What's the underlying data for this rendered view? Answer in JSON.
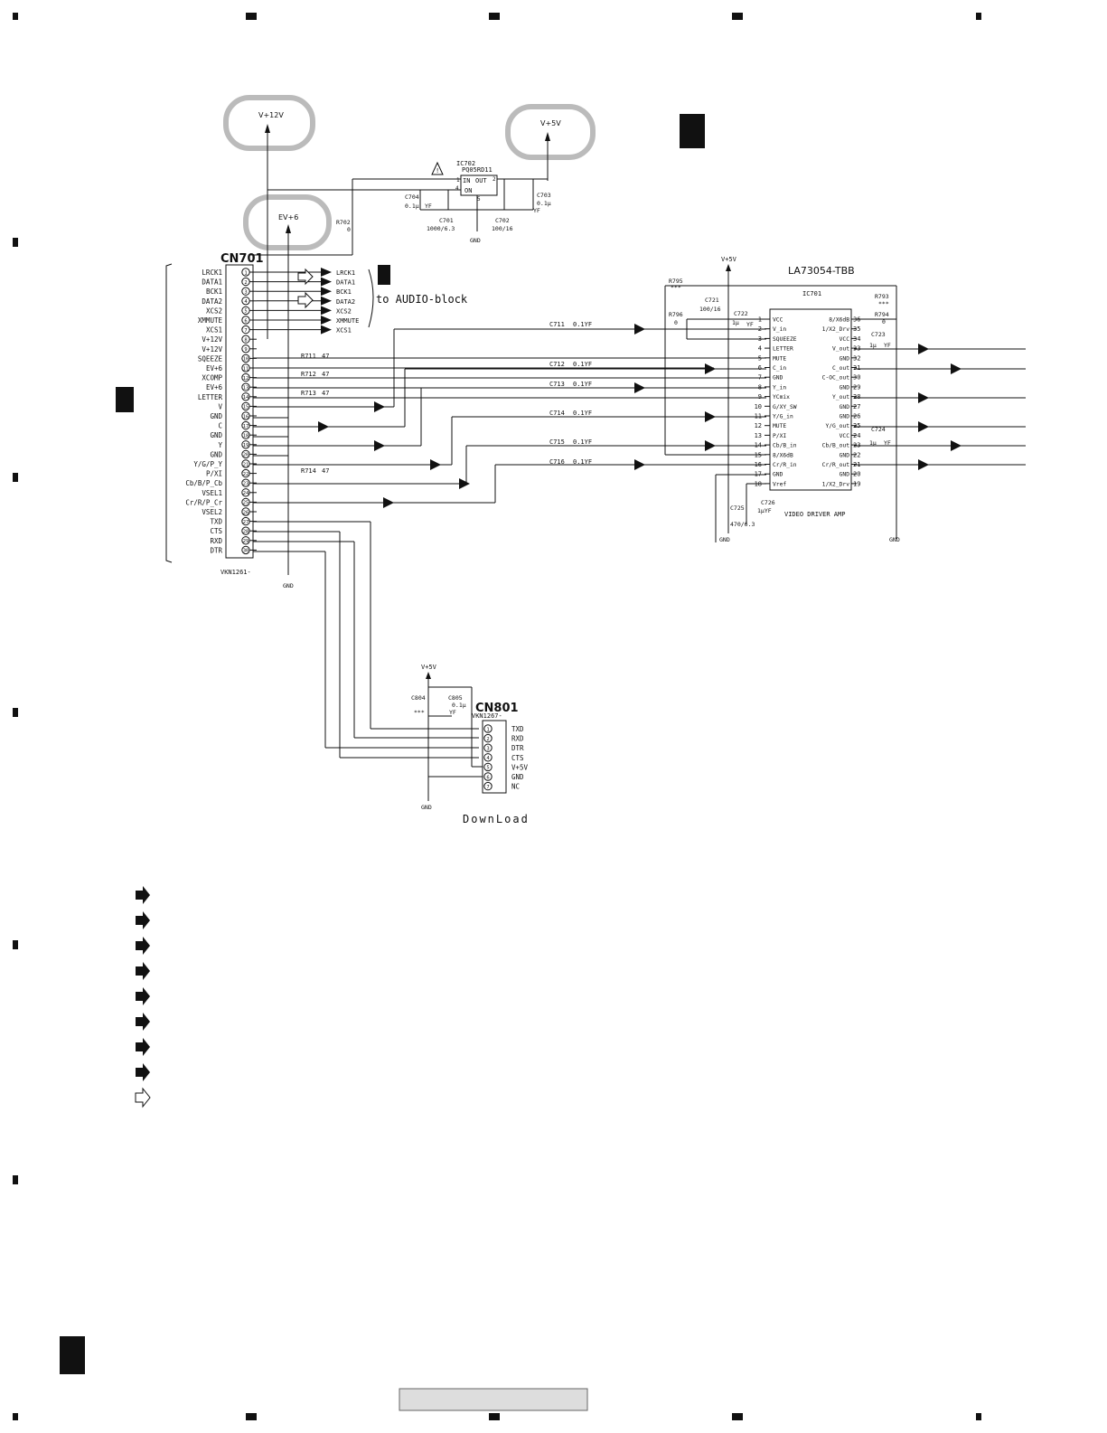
{
  "power": {
    "v12": "V+12V",
    "v5": "V+5V",
    "ev6": "EV+6",
    "gnd": "GND",
    "v5_ic701": "V+5V",
    "v5_cn801": "V+5V"
  },
  "ic702": {
    "ref": "IC702",
    "part": "PQ05RD11",
    "in_label": "IN",
    "out_label": "OUT",
    "on_label": "ON",
    "pin1": "1",
    "pin2": "2",
    "pin4": "4",
    "pin5": "5"
  },
  "passives": {
    "c704": "C704",
    "c704_val": "0.1μ",
    "c704_yf": "YF",
    "c701": "C701",
    "c701_val": "1000/6.3",
    "c702": "C702",
    "c702_val": "100/16",
    "c703": "C703",
    "c703_val": "0.1μ",
    "c703_yf": "YF",
    "r702": "R702",
    "r702_val": "0"
  },
  "cn701": {
    "ref": "CN701",
    "part": "VKN1261-",
    "pins": [
      "LRCK1",
      "DATA1",
      "BCK1",
      "DATA2",
      "XCS2",
      "XMMUTE",
      "XCS1",
      "V+12V",
      "V+12V",
      "SQEEZE",
      "EV+6",
      "XCOMP",
      "EV+6",
      "LETTER",
      "V",
      "GND",
      "C",
      "GND",
      "Y",
      "GND",
      "Y/G/P_Y",
      "P/XI",
      "Cb/B/P_Cb",
      "VSEL1",
      "Cr/R/P_Cr",
      "VSEL2",
      "TXD",
      "CTS",
      "RXD",
      "DTR"
    ]
  },
  "audio": {
    "signals": [
      "LRCK1",
      "DATA1",
      "BCK1",
      "DATA2",
      "XCS2",
      "XMMUTE",
      "XCS1"
    ],
    "label": "to AUDIO-block"
  },
  "resistors": [
    {
      "ref": "R711",
      "val": "47"
    },
    {
      "ref": "R712",
      "val": "47"
    },
    {
      "ref": "R713",
      "val": "47"
    },
    {
      "ref": "R714",
      "val": "47"
    }
  ],
  "caps": [
    {
      "ref": "C711",
      "val": "0.1YF"
    },
    {
      "ref": "C712",
      "val": "0.1YF"
    },
    {
      "ref": "C713",
      "val": "0.1YF"
    },
    {
      "ref": "C714",
      "val": "0.1YF"
    },
    {
      "ref": "C715",
      "val": "0.1YF"
    },
    {
      "ref": "C716",
      "val": "0.1YF"
    }
  ],
  "ic701": {
    "ref": "IC701",
    "part": "LA73054-TBB",
    "caption": "VIDEO DRIVER AMP",
    "left_pins": [
      {
        "n": "1",
        "name": "VCC"
      },
      {
        "n": "2",
        "name": "V_in"
      },
      {
        "n": "3",
        "name": "SQUEEZE"
      },
      {
        "n": "4",
        "name": "LETTER"
      },
      {
        "n": "5",
        "name": "MUTE"
      },
      {
        "n": "6",
        "name": "C_in"
      },
      {
        "n": "7",
        "name": "GND"
      },
      {
        "n": "8",
        "name": "Y_in"
      },
      {
        "n": "9",
        "name": "YCmix"
      },
      {
        "n": "10",
        "name": "G/XY_SW"
      },
      {
        "n": "11",
        "name": "Y/G_in"
      },
      {
        "n": "12",
        "name": "MUTE"
      },
      {
        "n": "13",
        "name": "P/XI"
      },
      {
        "n": "14",
        "name": "Cb/B_in"
      },
      {
        "n": "15",
        "name": "8/X6dB"
      },
      {
        "n": "16",
        "name": "Cr/R_in"
      },
      {
        "n": "17",
        "name": "GND"
      },
      {
        "n": "18",
        "name": "Vref"
      }
    ],
    "right_pins": [
      {
        "n": "36",
        "name": "8/X6dB"
      },
      {
        "n": "35",
        "name": "1/X2_Drv"
      },
      {
        "n": "34",
        "name": "VCC"
      },
      {
        "n": "33",
        "name": "V_out"
      },
      {
        "n": "32",
        "name": "GND"
      },
      {
        "n": "31",
        "name": "C_out"
      },
      {
        "n": "30",
        "name": "C-OC_out"
      },
      {
        "n": "29",
        "name": "GND"
      },
      {
        "n": "28",
        "name": "Y_out"
      },
      {
        "n": "27",
        "name": "GND"
      },
      {
        "n": "26",
        "name": "GND"
      },
      {
        "n": "25",
        "name": "Y/G_out"
      },
      {
        "n": "24",
        "name": "VCC"
      },
      {
        "n": "23",
        "name": "Cb/B_out"
      },
      {
        "n": "22",
        "name": "GND"
      },
      {
        "n": "21",
        "name": "Cr/R_out"
      },
      {
        "n": "20",
        "name": "GND"
      },
      {
        "n": "19",
        "name": "1/X2_Drv"
      }
    ]
  },
  "ic701_parts": {
    "r795": "R795",
    "r795_val": "***",
    "r796": "R796",
    "r796_val": "0",
    "c721": "C721",
    "c721_val": "100/16",
    "c722": "C722",
    "c722_val": "1μ",
    "c722_yf": "YF",
    "r793": "R793",
    "r793_val": "***",
    "r794": "R794",
    "r794_val": "0",
    "c723": "C723",
    "c723_val": "1μ",
    "c723_yf": "YF",
    "c724": "C724",
    "c724_val": "1μ",
    "c724_yf": "YF",
    "c725": "C725",
    "c725_val": "470/6.3",
    "c726": "C726",
    "c726_val": "1μYF"
  },
  "cn801": {
    "ref": "CN801",
    "part": "VKN1267-",
    "pins": [
      "TXD",
      "RXD",
      "DTR",
      "CTS",
      "V+5V",
      "GND",
      "NC"
    ],
    "c804": "C804",
    "c804_val": "***",
    "c805": "C805",
    "c805_val": "0.1μ",
    "c805_yf": "YF",
    "caption": "DownLoad"
  }
}
